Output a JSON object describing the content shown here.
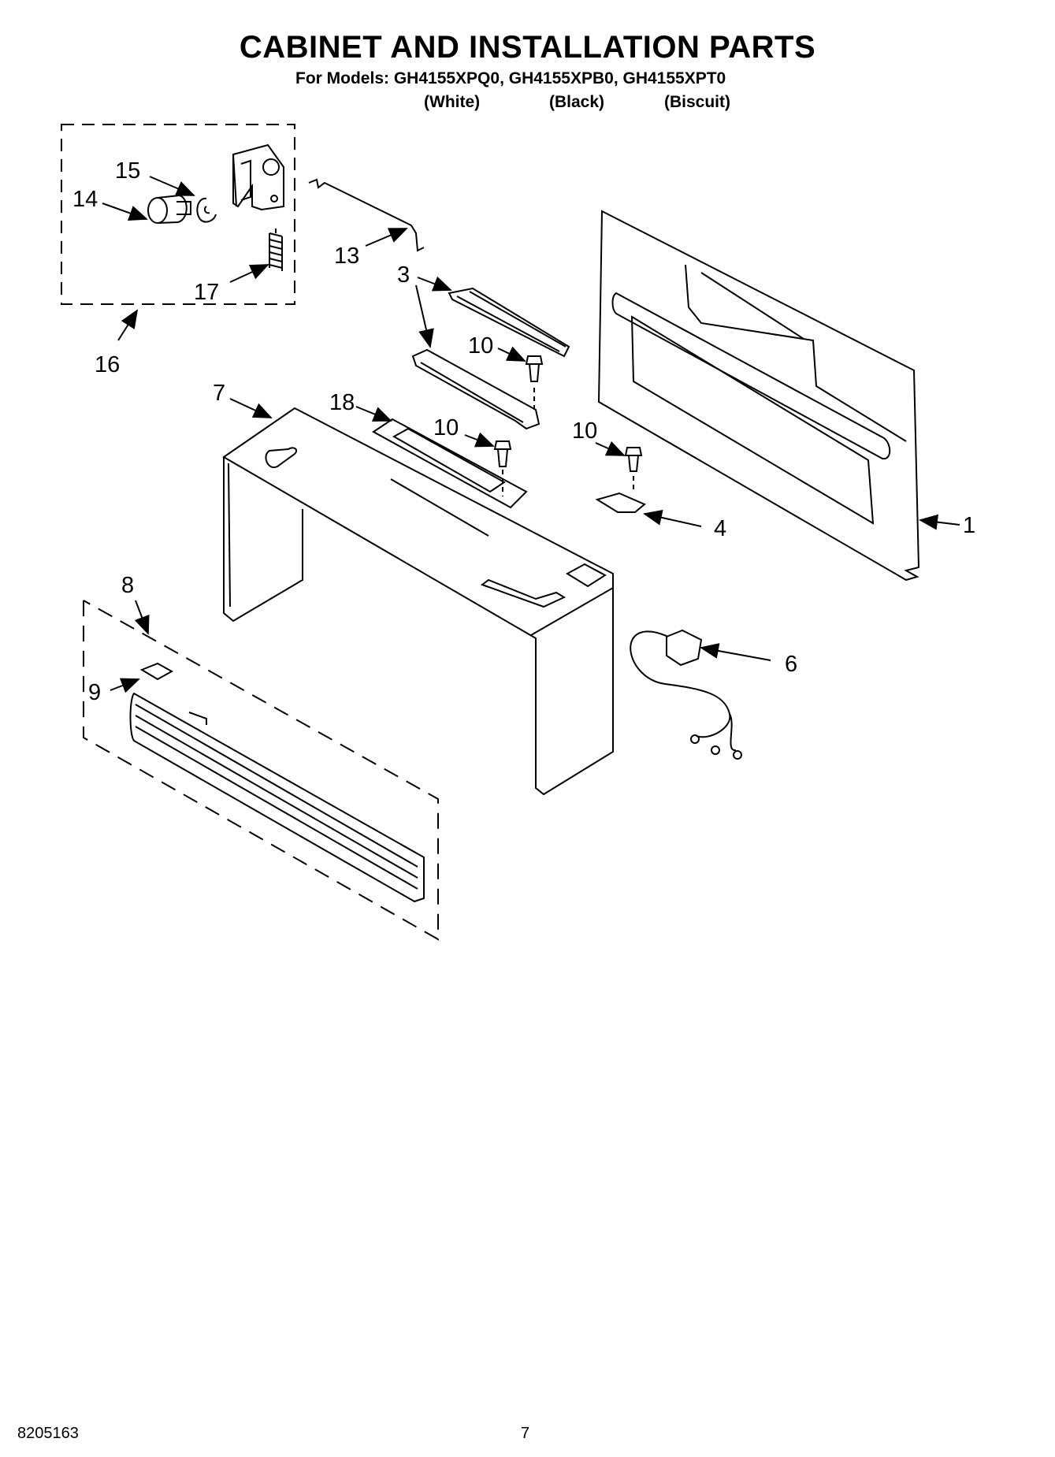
{
  "header": {
    "title": "CABINET AND INSTALLATION PARTS",
    "models_line": "For Models: GH4155XPQ0, GH4155XPB0, GH4155XPT0",
    "colors": [
      "(White)",
      "(Black)",
      "(Biscuit)"
    ]
  },
  "callouts": {
    "c1": "1",
    "c3": "3",
    "c4": "4",
    "c6": "6",
    "c7": "7",
    "c8": "8",
    "c9": "9",
    "c10a": "10",
    "c10b": "10",
    "c10c": "10",
    "c13": "13",
    "c14": "14",
    "c15": "15",
    "c16": "16",
    "c17": "17",
    "c18": "18"
  },
  "footer": {
    "code": "8205163",
    "page": "7"
  }
}
